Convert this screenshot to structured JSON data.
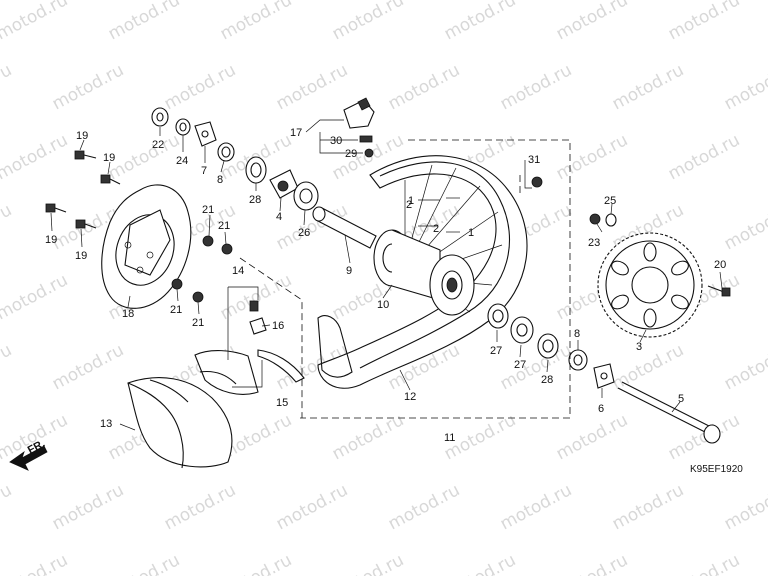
{
  "watermark": "motod.ru",
  "diagram_code": "K95EF1920",
  "direction_label": "FR.",
  "callouts": [
    "1",
    "2",
    "3",
    "4",
    "5",
    "6",
    "7",
    "8",
    "9",
    "10",
    "11",
    "12",
    "13",
    "14",
    "15",
    "16",
    "17",
    "18",
    "19",
    "20",
    "21",
    "22",
    "23",
    "24",
    "25",
    "26",
    "27",
    "28",
    "29",
    "30",
    "31"
  ]
}
